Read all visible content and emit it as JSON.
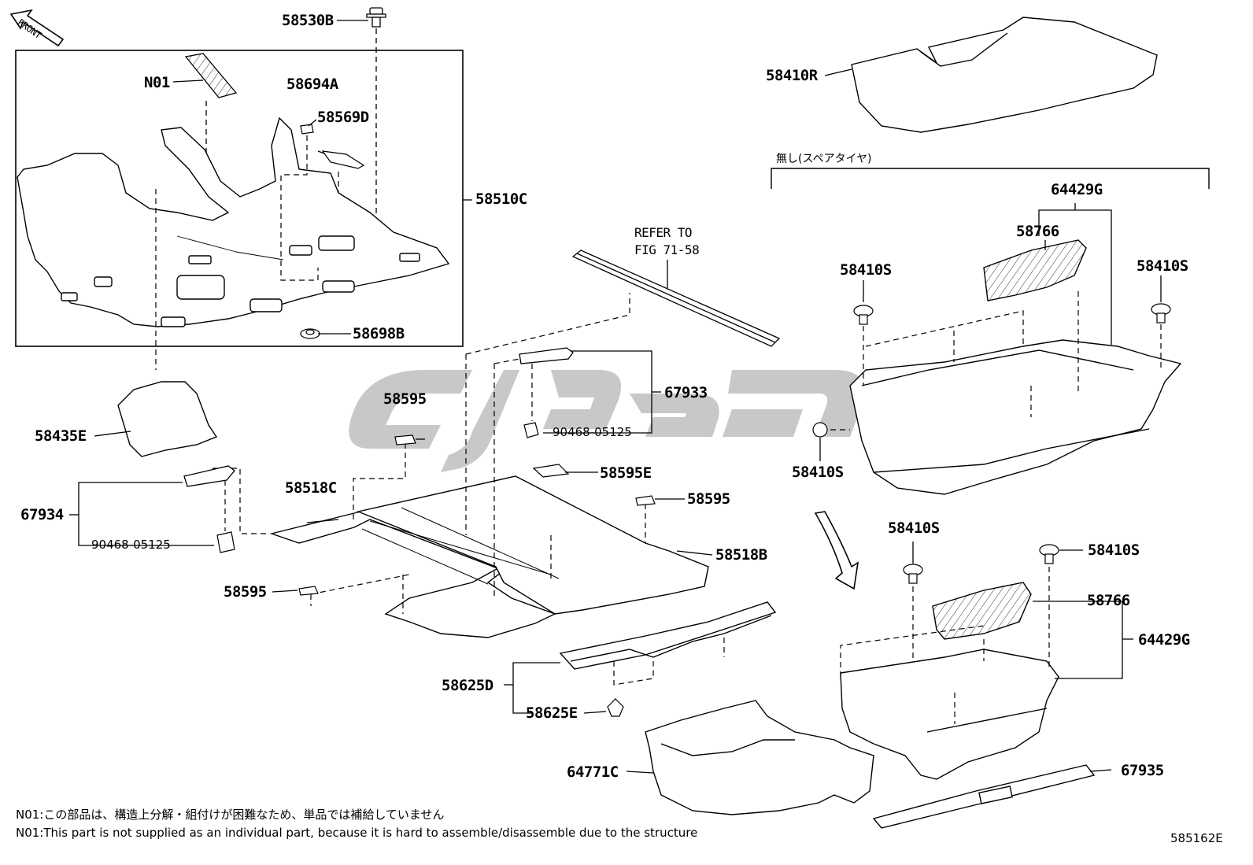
{
  "diagram": {
    "front_label": "FRONT",
    "figure_code": "585162E",
    "refer": {
      "line1": "REFER TO",
      "line2": "FIG 71-58"
    },
    "spare_tire_note": "無し(スペアタイヤ)",
    "notes": {
      "jp": "N01:この部品は、構造上分解・組付けが困難なため、単品では補給していません",
      "en": "N01:This part is not supplied as an individual part, because it is hard to assemble/disassemble due to the structure"
    },
    "parts": {
      "p58530B": "58530B",
      "pN01": "N01",
      "p58694A": "58694A",
      "p58569D": "58569D",
      "p58510C": "58510C",
      "p58698B": "58698B",
      "p58410R": "58410R",
      "p64429G_a": "64429G",
      "p58766_a": "58766",
      "p58410S_a": "58410S",
      "p58410S_b": "58410S",
      "p58410S_c": "58410S",
      "p58410S_d": "58410S",
      "p58410S_e": "58410S",
      "p58435E": "58435E",
      "p58595_a": "58595",
      "p67933": "67933",
      "p90468_a": "90468-05125",
      "p58595E": "58595E",
      "p58595_b": "58595",
      "p67934": "67934",
      "p58518C": "58518C",
      "p58518B": "58518B",
      "p90468_b": "90468-05125",
      "p58595_c": "58595",
      "p58766_b": "58766",
      "p64429G_b": "64429G",
      "p58625D": "58625D",
      "p58625E": "58625E",
      "p64771C": "64771C",
      "p67935": "67935"
    }
  },
  "colors": {
    "line": "#000000",
    "watermark": "#c8c8c8"
  }
}
